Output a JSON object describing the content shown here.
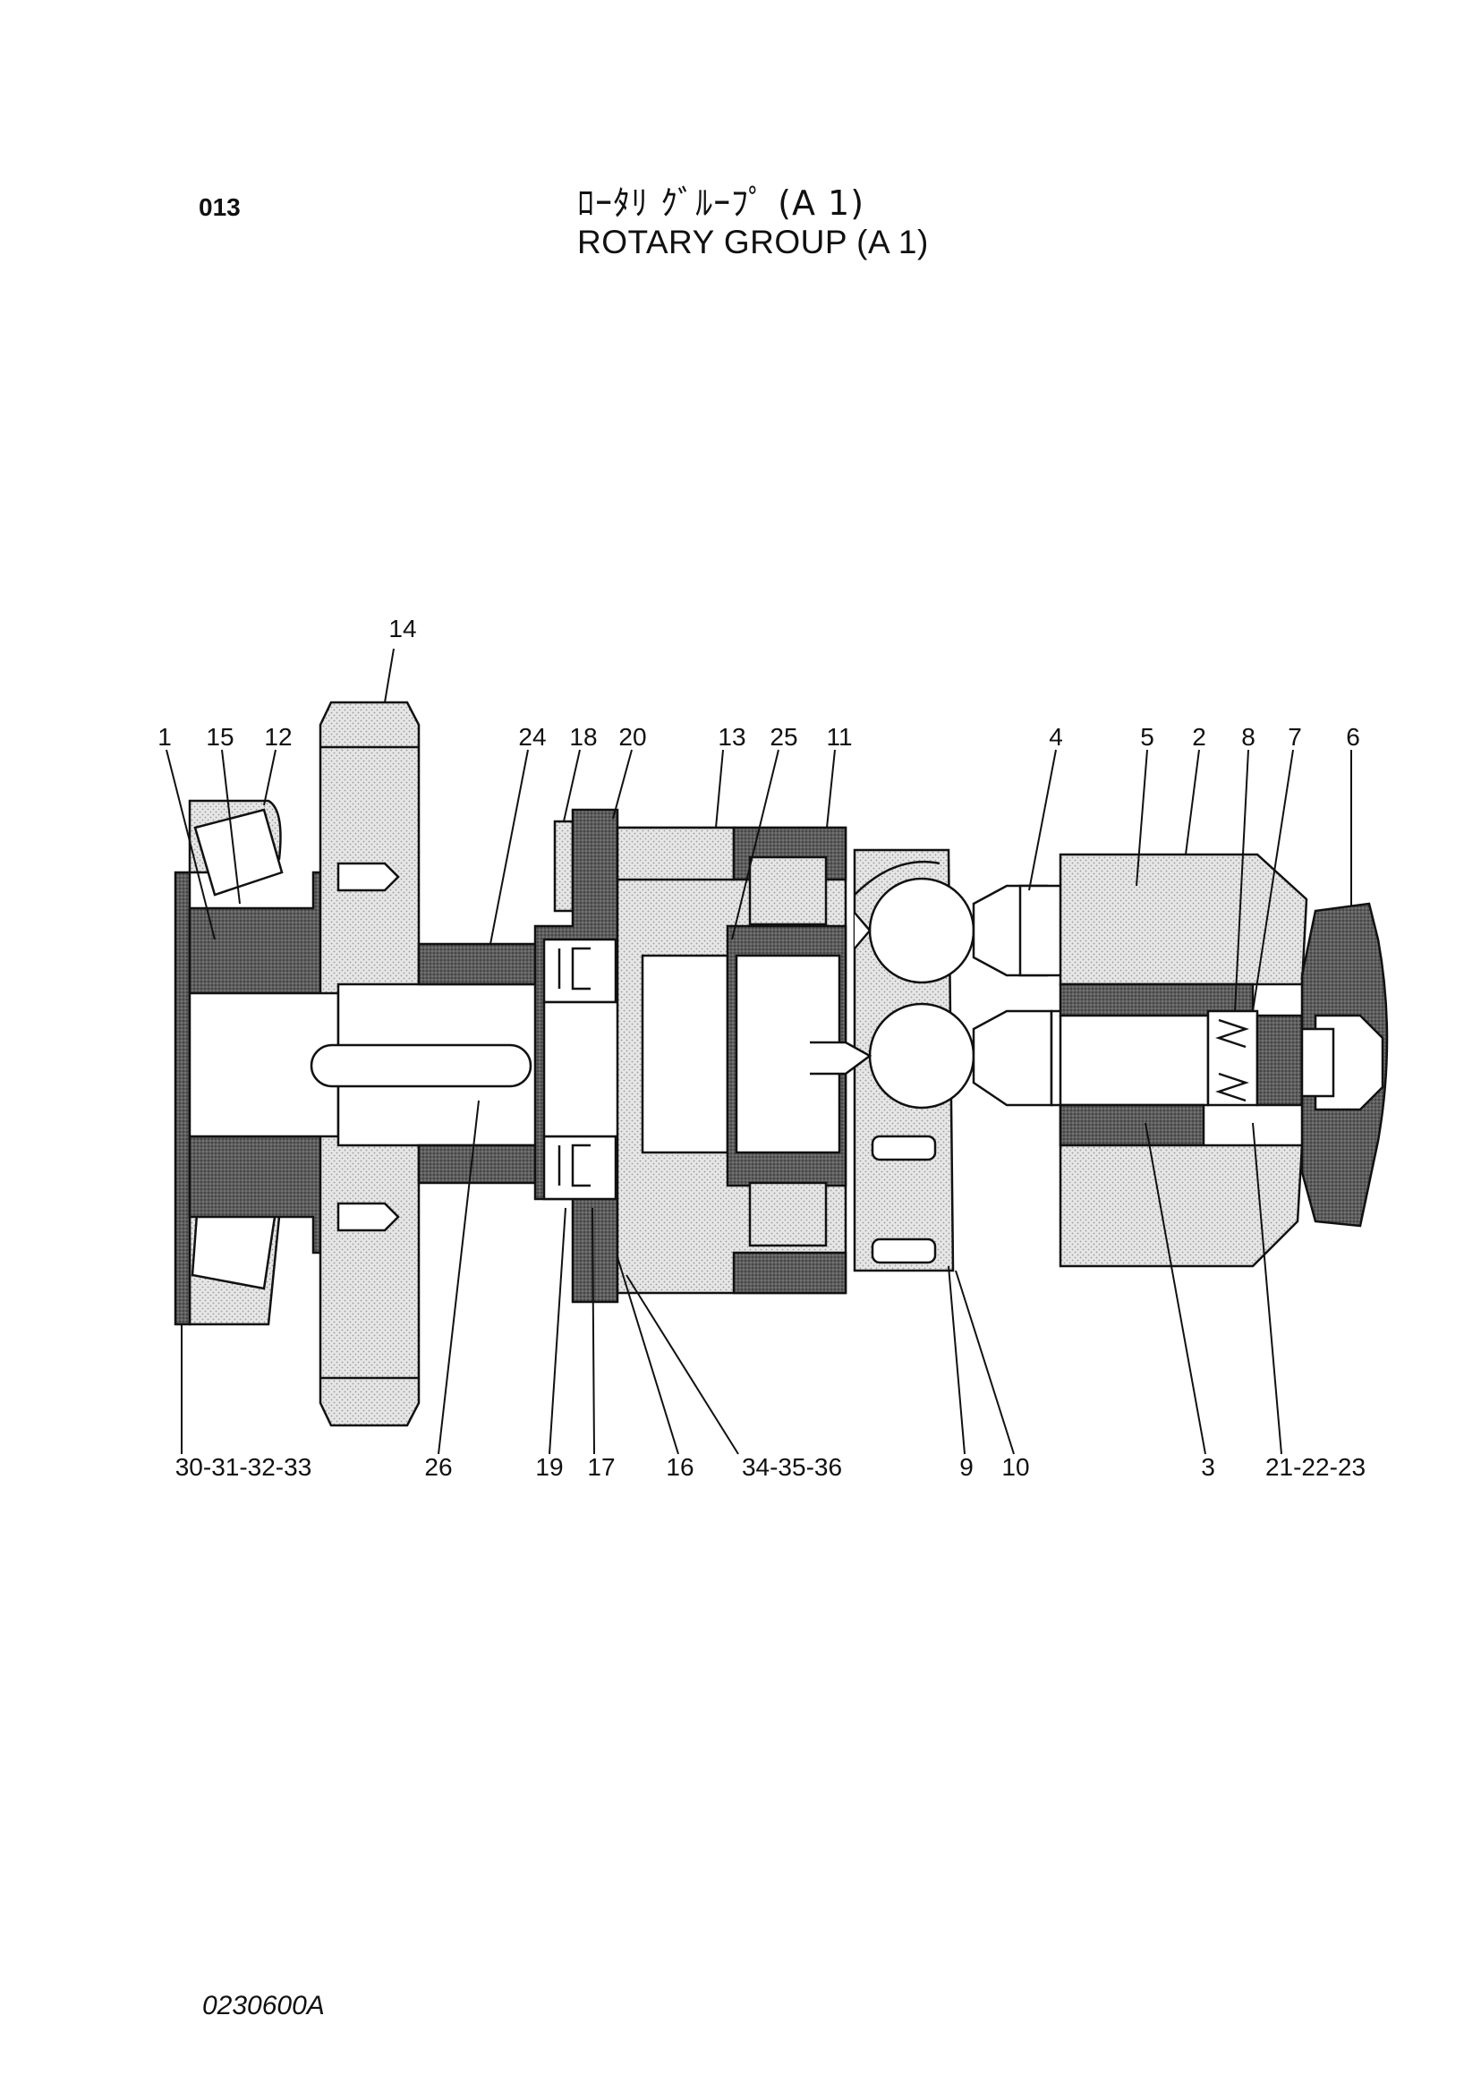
{
  "header": {
    "page_code": "013",
    "title_jp": "ﾛｰﾀﾘ ｸﾞﾙｰﾌﾟ (A 1)",
    "title_en": "ROTARY GROUP (A 1)"
  },
  "footer": {
    "drawing_id": "0230600A"
  },
  "diagram": {
    "callouts_top": [
      "14",
      "1",
      "15",
      "12",
      "24",
      "18",
      "20",
      "13",
      "25",
      "11",
      "4",
      "5",
      "2",
      "8",
      "7",
      "6"
    ],
    "callouts_bottom": [
      "30-31-32-33",
      "26",
      "19",
      "17",
      "16",
      "34-35-36",
      "9",
      "10",
      "3",
      "21-22-23"
    ]
  }
}
